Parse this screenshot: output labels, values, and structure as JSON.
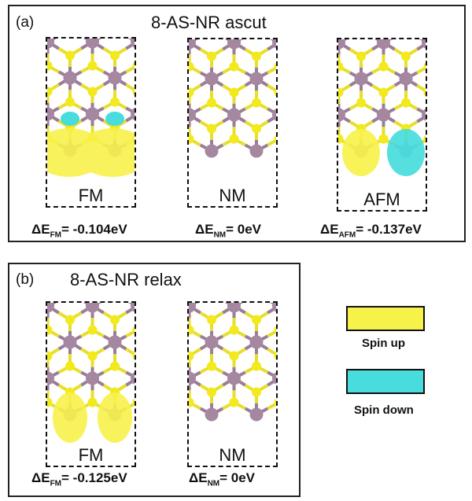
{
  "panel_a": {
    "label": "(a)",
    "title": "8-AS-NR ascut",
    "structures": [
      {
        "state": "FM",
        "delta": "ΔE",
        "sub": "FM",
        "value": "= -0.104eV",
        "density": "fm"
      },
      {
        "state": "NM",
        "delta": "ΔE",
        "sub": "NM",
        "value": "= 0eV",
        "density": "none"
      },
      {
        "state": "AFM",
        "delta": "ΔE",
        "sub": "AFM",
        "value": "= -0.137eV",
        "density": "afm"
      }
    ]
  },
  "panel_b": {
    "label": "(b)",
    "title": "8-AS-NR relax",
    "structures": [
      {
        "state": "FM",
        "delta": "ΔE",
        "sub": "FM",
        "value": "= -0.125eV",
        "density": "fm-relax"
      },
      {
        "state": "NM",
        "delta": "ΔE",
        "sub": "NM",
        "value": "= 0eV",
        "density": "none"
      }
    ]
  },
  "legend": [
    {
      "label": "Spin up",
      "color": "#f7f24a"
    },
    {
      "label": "Spin down",
      "color": "#48dcdc"
    }
  ],
  "colors": {
    "mo": "#a587a0",
    "s": "#f2ea1c",
    "bond_mo": "#9a7d98",
    "bond_s": "#e8df2a"
  }
}
